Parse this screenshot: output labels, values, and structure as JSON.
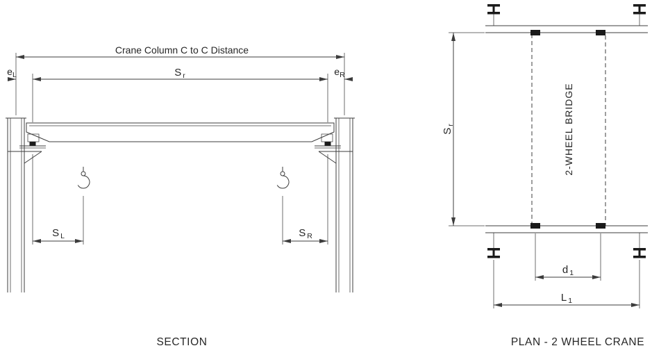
{
  "colors": {
    "line": "#3c3c3c",
    "text": "#262626",
    "background": "#ffffff",
    "fill": "#1a1a1a"
  },
  "section": {
    "title": "SECTION",
    "labels": {
      "c_to_c": "Crane Column C to C Distance",
      "sr_main": "S",
      "sr_sub": "r",
      "el_main": "e",
      "el_sub": "L",
      "er_main": "e",
      "er_sub": "R",
      "sl_main": "S",
      "sl_sub": "L",
      "srr_main": "S",
      "srr_sub": "R"
    }
  },
  "plan": {
    "title": "PLAN - 2 WHEEL CRANE",
    "bridge_label": "2-WHEEL BRIDGE",
    "labels": {
      "sr_main": "S",
      "sr_sub": "r",
      "d1_main": "d",
      "d1_sub": "1",
      "l1_main": "L",
      "l1_sub": "1"
    }
  }
}
